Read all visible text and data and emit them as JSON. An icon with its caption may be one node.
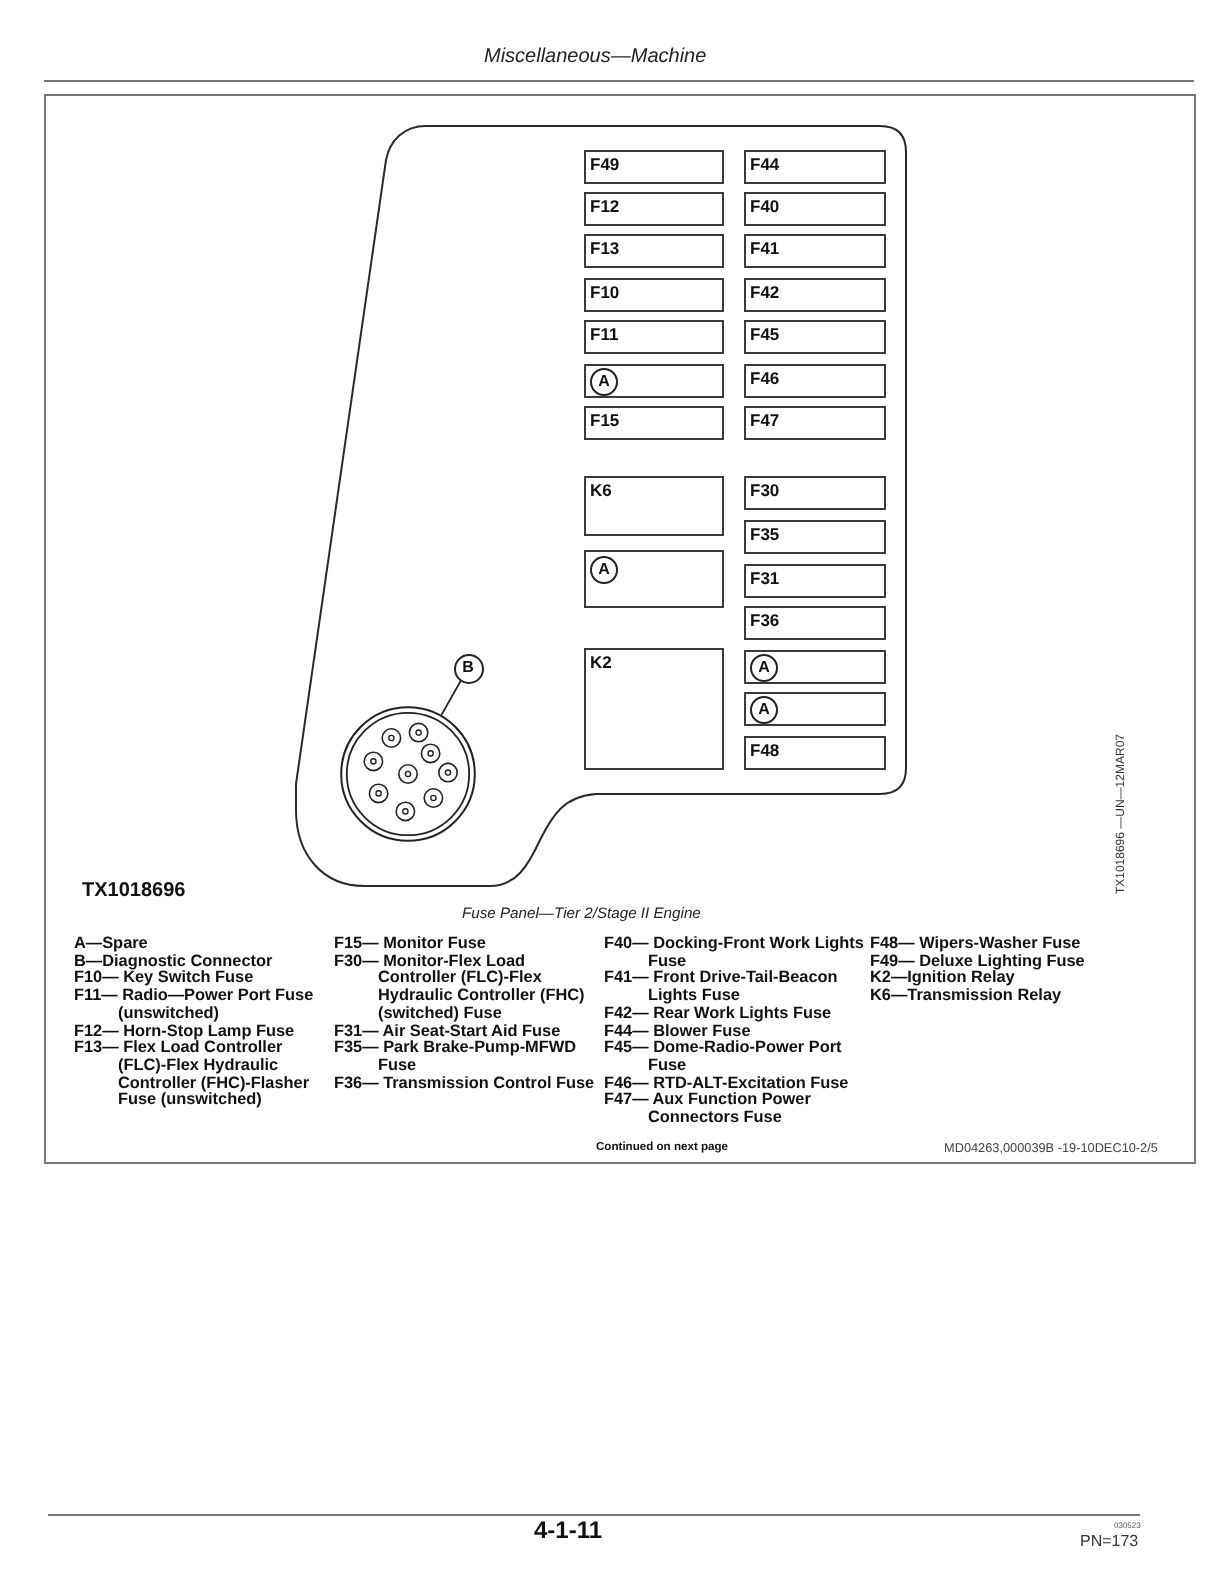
{
  "diagram": {
    "caption": "Fuse Panel—Tier 2/Stage II Engine",
    "nodes": [
      {
        "text": [],
        "shape": "box"
      },
      {
        "text": [
          "F49"
        ],
        "in": 0
      },
      {
        "text": [
          "F44"
        ],
        "in": 0
      },
      {
        "text": [
          "F12"
        ],
        "in": 0
      },
      {
        "text": [
          "F40"
        ],
        "in": 0
      },
      {
        "text": [
          "F13"
        ],
        "in": 0
      },
      {
        "text": [
          "F41"
        ],
        "in": 0
      },
      {
        "text": [
          "F10"
        ],
        "in": 0
      },
      {
        "text": [
          "F42"
        ],
        "in": 0
      },
      {
        "text": [
          "F11"
        ],
        "in": 0
      },
      {
        "text": [
          "F45"
        ],
        "in": 0
      },
      {
        "text": [
          "A"
        ],
        "in": 0
      },
      {
        "text": [
          "F46"
        ],
        "in": 0
      },
      {
        "text": [
          "F15"
        ],
        "in": 0
      },
      {
        "text": [
          "F47"
        ],
        "in": 0
      },
      {
        "text": [
          "K6"
        ],
        "in": 0
      },
      {
        "text": [
          "F30"
        ],
        "in": 0
      },
      {
        "text": [
          "F35"
        ],
        "in": 0
      },
      {
        "text": [
          "A"
        ],
        "in": 0
      },
      {
        "text": [
          "F31"
        ],
        "in": 0
      },
      {
        "text": [
          "F36"
        ],
        "in": 0
      },
      {
        "text": [
          "K2"
        ],
        "in": 0
      },
      {
        "text": [
          "A"
        ],
        "in": 0
      },
      {
        "text": [
          "A"
        ],
        "in": 0
      },
      {
        "text": [
          "F48"
        ],
        "in": 0
      },
      {
        "text": [
          "B"
        ],
        "in": 0
      },
      {
        "text": [],
        "shape": "circle",
        "in": 0
      }
    ],
    "edges": [
      {
        "from": 25,
        "to": 26,
        "arrow": "none"
      }
    ],
    "labels": [
      "Miscellaneous—Machine",
      "TX1018696 —UN—12MAR07",
      "TX1018696",
      "A—Spare",
      "B—Diagnostic Connector",
      "F10— Key Switch Fuse",
      "F11— Radio—Power Port Fuse (unswitched)",
      "F12— Horn-Stop Lamp Fuse",
      "F13— Flex Load Controller (FLC)-Flex Hydraulic Controller (FHC)-Flasher Fuse (unswitched)",
      "F15— Monitor Fuse",
      "F30— Monitor-Flex Load Controller (FLC)-Flex Hydraulic Controller (FHC) (switched) Fuse",
      "F31— Air Seat-Start Aid Fuse",
      "F35— Park Brake-Pump-MFWD Fuse",
      "F36— Transmission Control Fuse",
      "F40— Docking-Front Work Lights Fuse",
      "F41— Front Drive-Tail-Beacon Lights Fuse",
      "F42— Rear Work Lights Fuse",
      "F44— Blower Fuse",
      "F45— Dome-Radio-Power Port Fuse",
      "F46— RTD-ALT-Excitation Fuse",
      "F47— Aux Function Power Connectors Fuse",
      "F48— Wipers-Washer Fuse",
      "F49— Deluxe Lighting Fuse",
      "K2—Ignition Relay",
      "K6—Transmission Relay",
      "Continued on next page",
      "MD04263,000039B -19-10DEC10-2/5",
      "4-1-11",
      "030523",
      "PN=173"
    ]
  }
}
